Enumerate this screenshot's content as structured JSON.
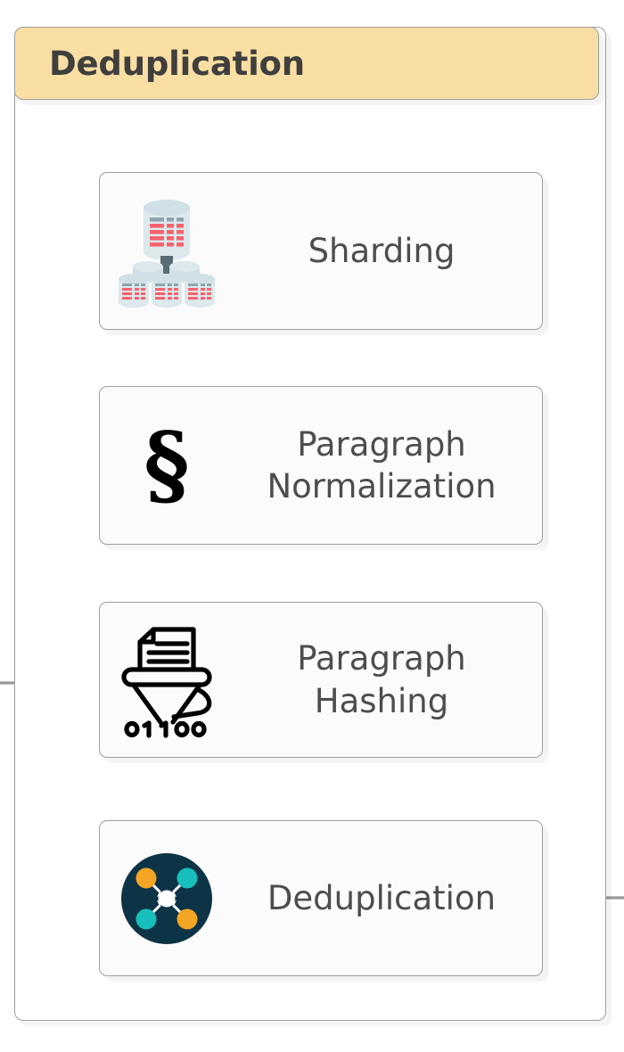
{
  "diagram": {
    "title": "Deduplication",
    "title_bg_color": "#fadfa4",
    "border_color": "#9e9e9e",
    "node_bg_color": "#fbfbfb",
    "text_color": "#4d4d4d",
    "edge_color": "#999999"
  },
  "nodes": [
    {
      "id": "sharding",
      "label": "Sharding",
      "icon": "database-sharding-icon"
    },
    {
      "id": "normalize",
      "label": "Paragraph\nNormalization",
      "icon": "pilcrow-section-icon",
      "glyph": "§"
    },
    {
      "id": "hashing",
      "label": "Paragraph\nHashing",
      "icon": "document-shredder-funnel-icon",
      "binary_label": "01100"
    },
    {
      "id": "dedup",
      "label": "Deduplication",
      "icon": "network-graph-icon"
    }
  ],
  "icon_colors": {
    "db_cylinder_fill": "#dce8ec",
    "db_cylinder_top": "#cfe0e6",
    "db_row_red": "#f9616b",
    "db_row_gray": "#8fa3ad",
    "db_arrow": "#5b6b72",
    "glyph_black": "#000000",
    "network_circle": "#0d3446",
    "network_orange": "#f5a524",
    "network_teal": "#17bebb",
    "network_center": "#ffffff"
  },
  "edges": [
    {
      "from": "external-left",
      "to": "sharding",
      "has_arrow": true
    },
    {
      "from": "sharding",
      "to": "normalize",
      "has_arrow": true
    },
    {
      "from": "normalize",
      "to": "hashing",
      "has_arrow": true
    },
    {
      "from": "hashing",
      "to": "dedup",
      "has_arrow": true
    },
    {
      "from": "dedup",
      "to": "external-right",
      "has_arrow": false
    }
  ]
}
